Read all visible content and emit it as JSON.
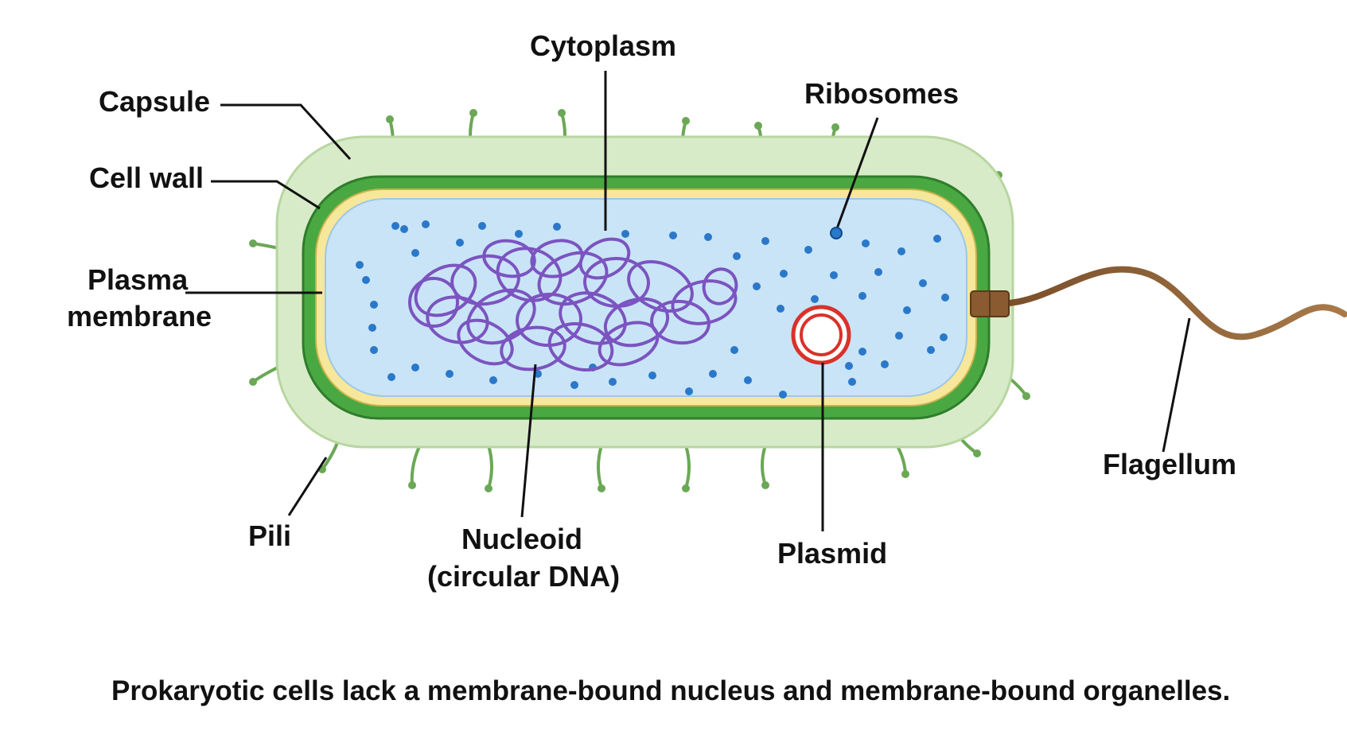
{
  "labels": {
    "capsule": "Capsule",
    "cell_wall": "Cell wall",
    "plasma_membrane_line1": "Plasma",
    "plasma_membrane_line2": "membrane",
    "pili": "Pili",
    "cytoplasm": "Cytoplasm",
    "ribosomes": "Ribosomes",
    "nucleoid_line1": "Nucleoid",
    "nucleoid_line2": "(circular DNA)",
    "plasmid": "Plasmid",
    "flagellum": "Flagellum"
  },
  "caption": "Prokaryotic cells lack a membrane-bound nucleus and membrane-bound organelles.",
  "colors": {
    "capsule": "#d8ebc8",
    "cell_wall": "#4aa842",
    "plasma_membrane": "#f6e79a",
    "cytoplasm": "#c9e4f7",
    "ribosome": "#2a78c9",
    "nucleoid": "#7b54c0",
    "plasmid": "#d9322a",
    "flagellum": "#9a6a3c",
    "pili": "#7fb26a"
  }
}
